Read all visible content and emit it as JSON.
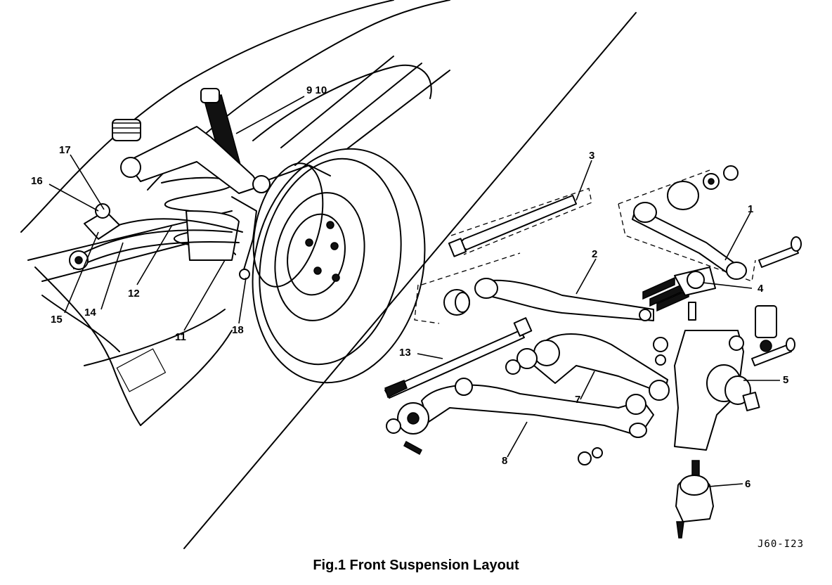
{
  "figure": {
    "caption": "Fig.1  Front Suspension Layout",
    "code": "J60-I23"
  },
  "callouts": {
    "c1": "1",
    "c2": "2",
    "c3": "3",
    "c4": "4",
    "c5": "5",
    "c6": "6",
    "c7": "7",
    "c8": "8",
    "c9_10": "9 10",
    "c11": "11",
    "c12": "12",
    "c13": "13",
    "c14": "14",
    "c15": "15",
    "c16": "16",
    "c17": "17",
    "c18": "18"
  }
}
